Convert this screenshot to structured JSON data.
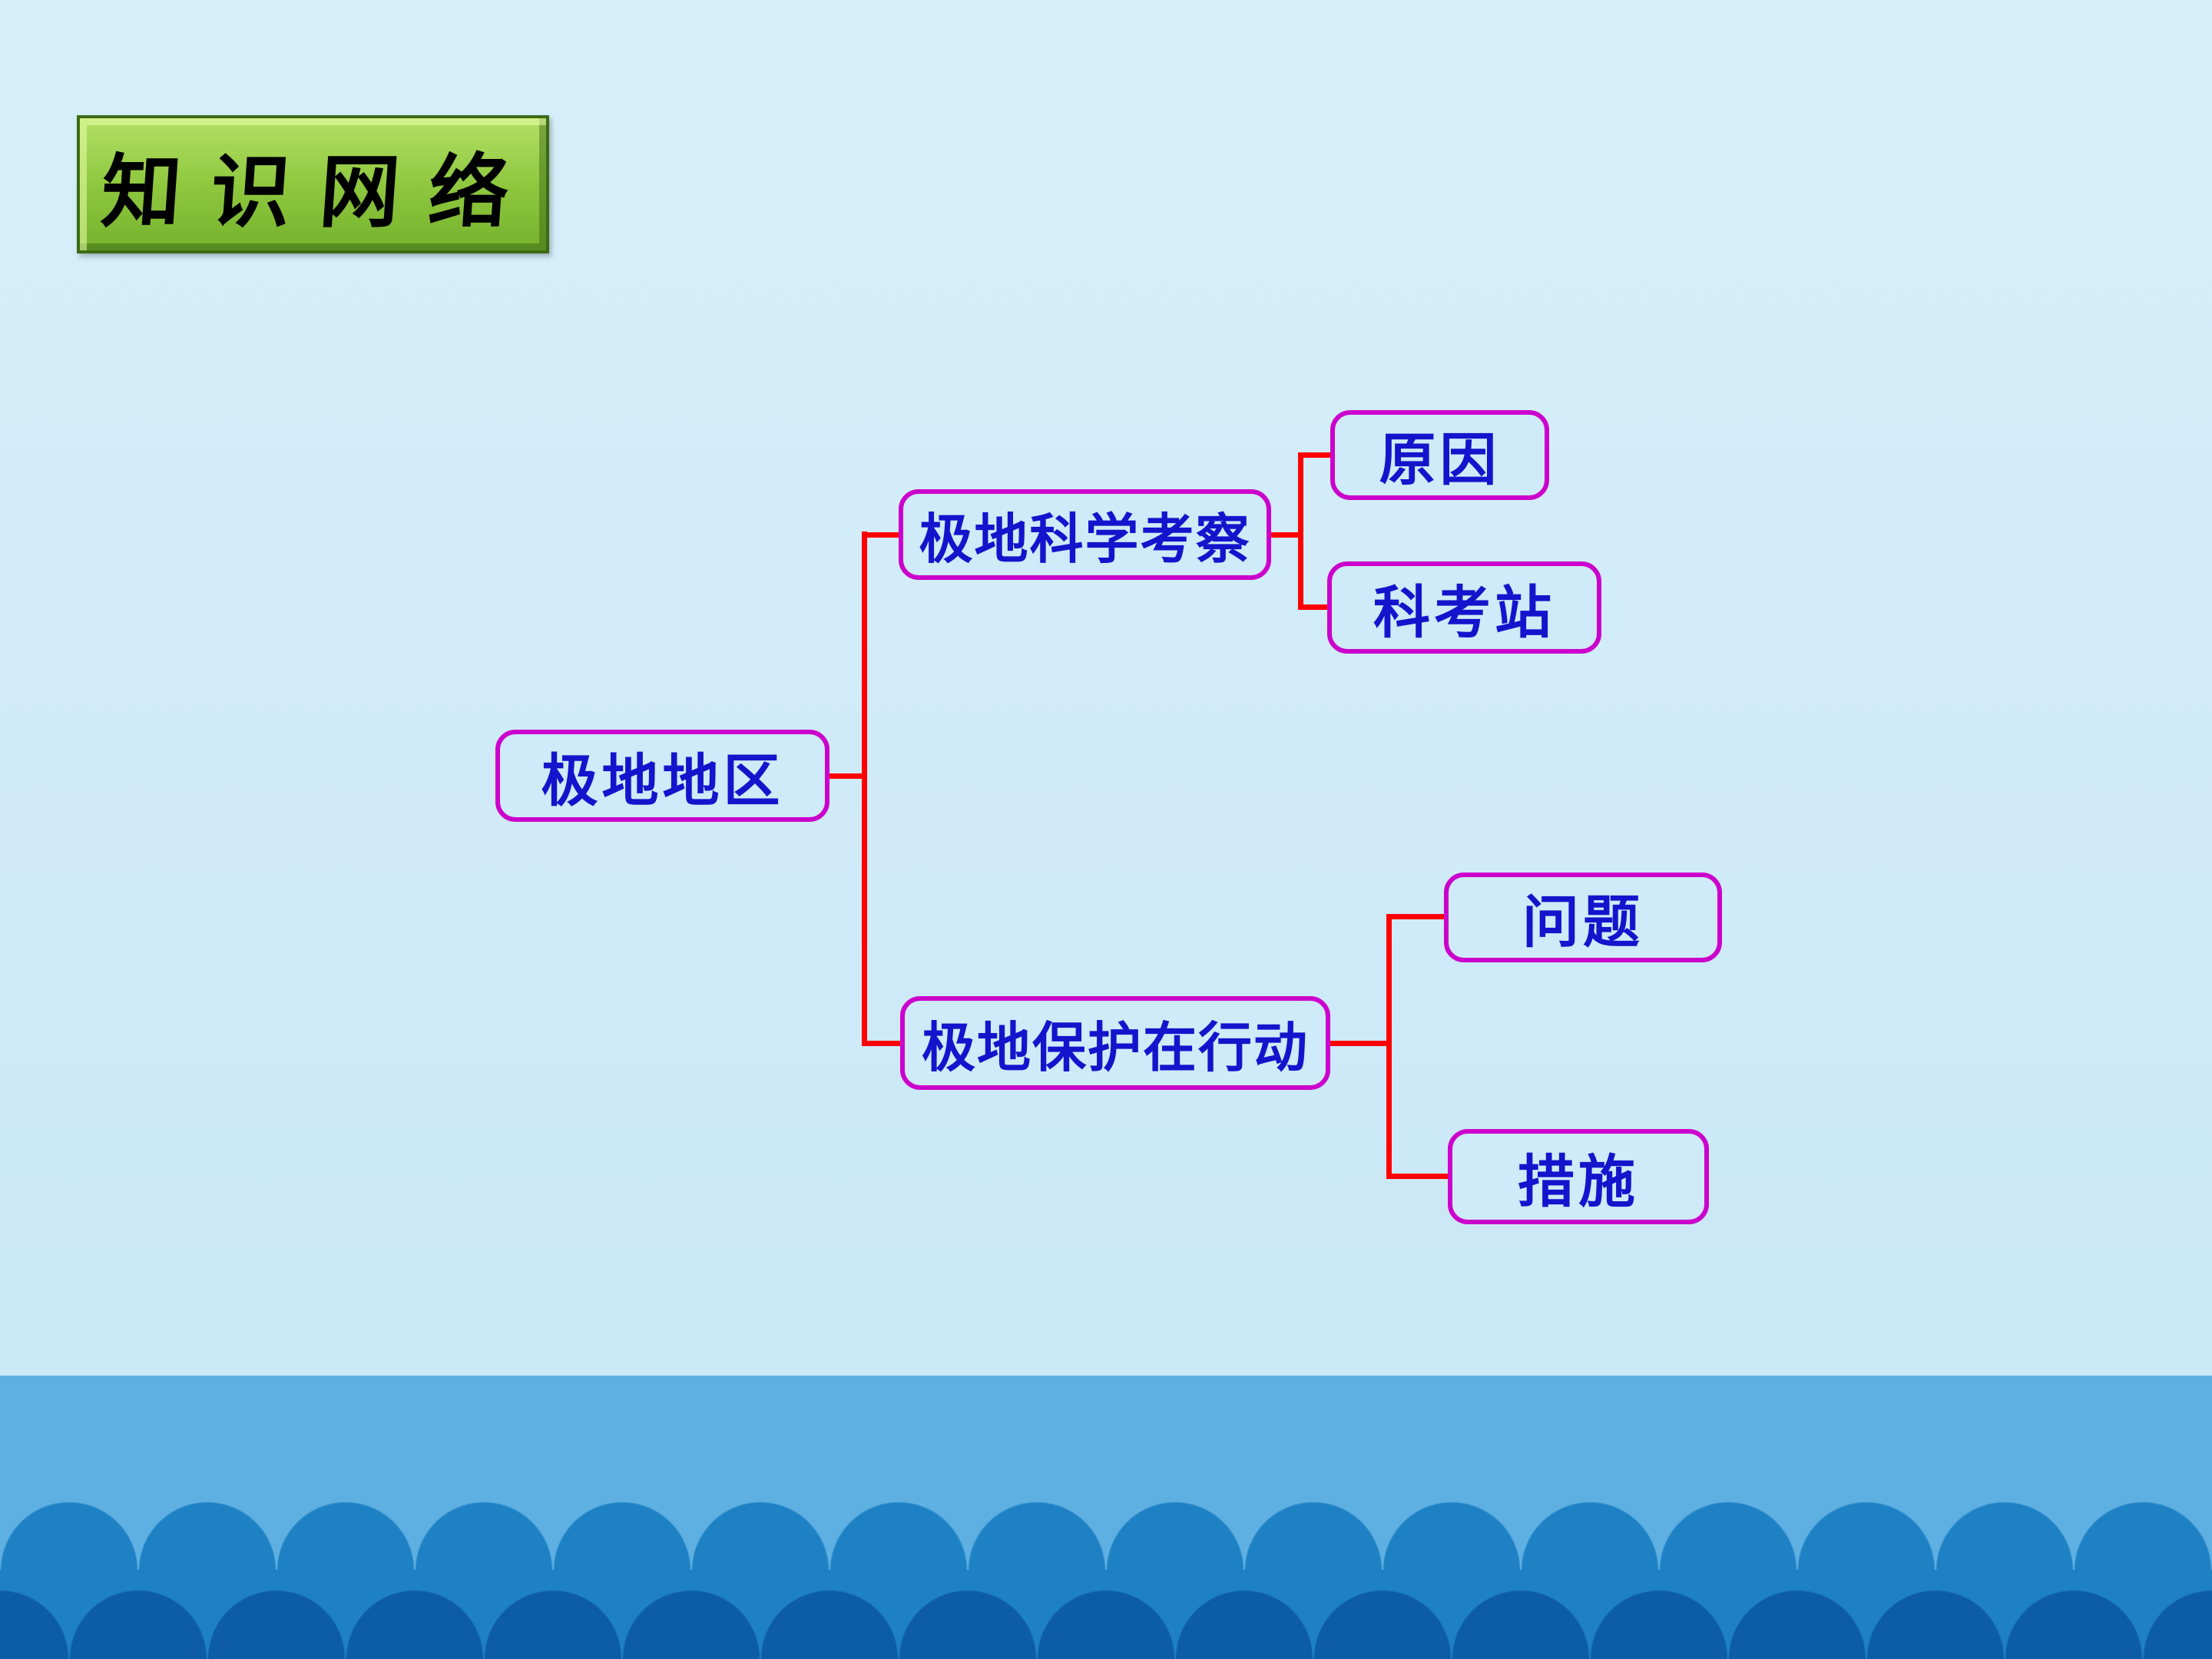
{
  "banner": {
    "label": "知识网络"
  },
  "diagram": {
    "root": {
      "label": "极地地区"
    },
    "branches": [
      {
        "label": "极地科学考察",
        "children": [
          {
            "label": "原因"
          },
          {
            "label": "科考站"
          }
        ]
      },
      {
        "label": "极地保护在行动",
        "children": [
          {
            "label": "问题"
          },
          {
            "label": "措施"
          }
        ]
      }
    ]
  },
  "colors": {
    "background": "#cfeaf8",
    "node_border": "#cc00cc",
    "node_text": "#1414cc",
    "connector": "#ff0000",
    "banner_fill": "#8fc83f",
    "banner_text": "#000000",
    "wave_band": "#5fb0e2",
    "wave_front_row": "#1e81c4",
    "wave_back_row": "#0d5ca6"
  }
}
